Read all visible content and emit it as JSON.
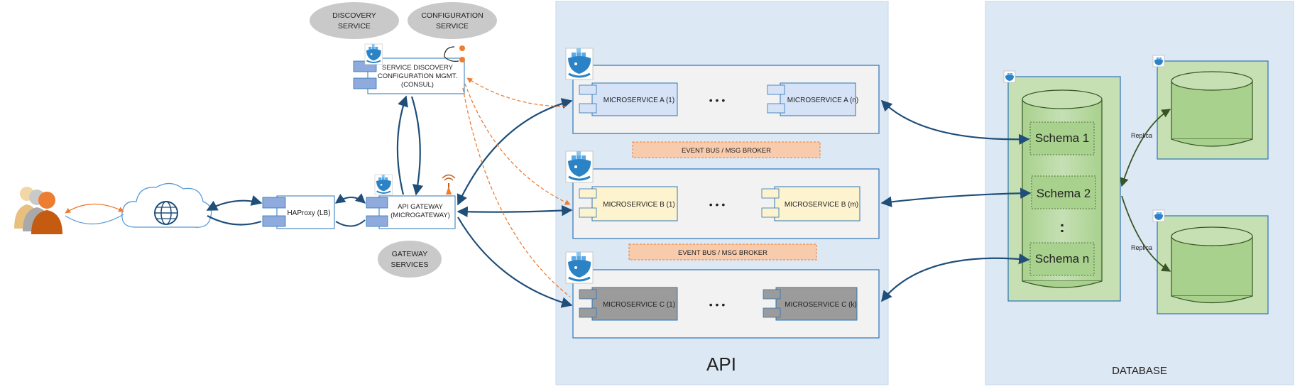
{
  "services": {
    "discovery": "DISCOVERY SERVICE",
    "configuration": "CONFIGURATION SERVICE",
    "gateway": "GATEWAY SERVICES"
  },
  "nodes": {
    "consul_line1": "SERVICE DISCOVERY",
    "consul_line2": "CONFIGURATION MGMT.",
    "consul_line3": "(CONSUL)",
    "haproxy": "HAProxy (LB)",
    "gateway_line1": "API GATEWAY",
    "gateway_line2": "(MICROGATEWAY)"
  },
  "api": {
    "title": "API",
    "rows": [
      {
        "first": "MICROSERVICE A (1)",
        "ellipsis": "• • •",
        "last": "MICROSERVICE A (n)",
        "color": "#d6e2f5"
      },
      {
        "first": "MICROSERVICE B (1)",
        "ellipsis": "• • •",
        "last": "MICROSERVICE B (m)",
        "color": "#fdf3cf"
      },
      {
        "first": "MICROSERVICE C (1)",
        "ellipsis": "• • •",
        "last": "MICROSERVICE C (k)",
        "color": "#9b9b9b"
      }
    ],
    "buses": [
      "EVENT BUS / MSG BROKER",
      "EVENT BUS / MSG BROKER"
    ]
  },
  "database": {
    "title": "DATABASE",
    "schemas": [
      "Schema 1",
      "Schema 2",
      ":",
      "Schema n"
    ],
    "replica_labels": [
      "Replica",
      "Replica"
    ]
  },
  "colors": {
    "panel": "#dde8f5",
    "db_green": "#c6e0b4",
    "arrow_blue": "#1f4e79",
    "arrow_orange": "#ed7d31",
    "arrow_green": "#375623"
  }
}
